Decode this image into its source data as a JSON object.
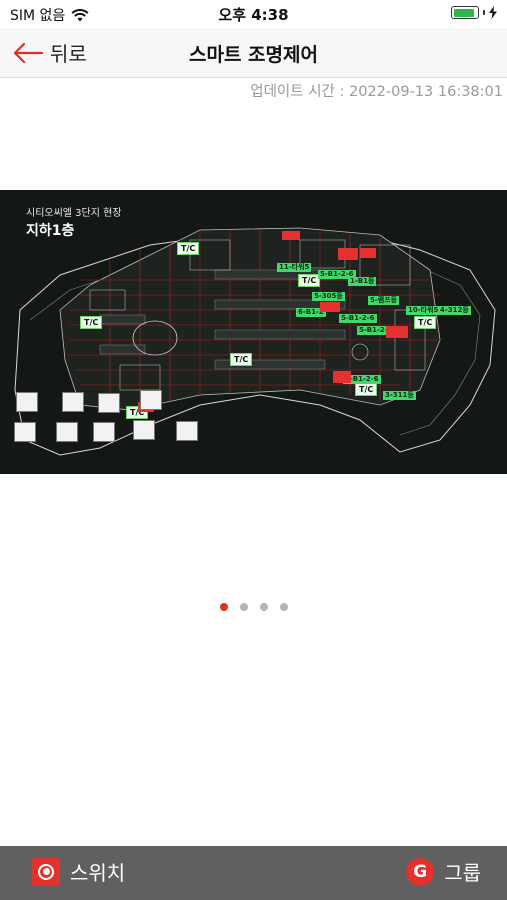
{
  "status_bar": {
    "carrier": "SIM 없음",
    "time": "오후 4:38",
    "battery_level": 0.9,
    "battery_color": "#2fb84a"
  },
  "nav": {
    "back_label": "뒤로",
    "title": "스마트 조명제어"
  },
  "update_time": "업데이트 시간 : 2022-09-13 16:38:01",
  "floor_plan": {
    "site_name": "시티오씨엘 3단지 현장",
    "floor": "지하1층",
    "tags": {
      "tc": "T/C",
      "t1": "11-타워5",
      "t2": "5-B1-2-6",
      "t3": "1-B1등",
      "t4": "5-305등",
      "t5": "5-램프등",
      "t6": "5-B1-2-6",
      "t7": "10-타워5",
      "t8": "5-B1-2-6",
      "t9": "4-B1-2-6",
      "t10": "4-312등",
      "t11": "3-311등",
      "t12": "6-B1-2"
    }
  },
  "pager": {
    "count": 4,
    "active": 0
  },
  "bottom_bar": {
    "switch_label": "스위치",
    "group_label": "그룹",
    "group_icon_letter": "G",
    "accent": "#e4332e"
  }
}
